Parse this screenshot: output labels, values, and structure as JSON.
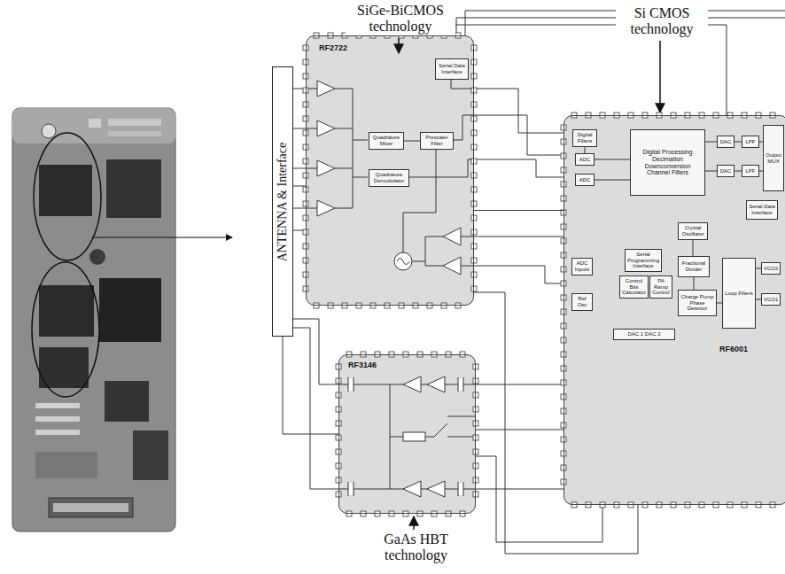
{
  "diagram": {
    "nodes": [
      {
        "text": [
          "ANTENNA & Interface"
        ]
      },
      {
        "text": [
          "RF2722"
        ]
      },
      {
        "text": [
          "Serial Data Interface"
        ],
        "in": 1
      },
      {
        "text": [
          "Quadrature Mixer"
        ],
        "in": 1
      },
      {
        "text": [
          "Quadrature Demodulator"
        ],
        "in": 1
      },
      {
        "text": [
          "Prescaler Filter"
        ],
        "in": 1
      },
      {
        "text": [
          "RF6001"
        ]
      },
      {
        "text": [
          "Digital Filters"
        ],
        "in": 6
      },
      {
        "text": [
          "ADC"
        ],
        "in": 6
      },
      {
        "text": [
          "ADC"
        ],
        "in": 6
      },
      {
        "text": [
          "Digital Processing Decimation Downconversion Channel Filters"
        ],
        "in": 6
      },
      {
        "text": [
          "DAC"
        ],
        "in": 6
      },
      {
        "text": [
          "DAC"
        ],
        "in": 6
      },
      {
        "text": [
          "LPF"
        ],
        "in": 6
      },
      {
        "text": [
          "LPF"
        ],
        "in": 6
      },
      {
        "text": [
          "Output MUX"
        ],
        "in": 6
      },
      {
        "text": [
          "Serial Data Interface"
        ],
        "in": 6
      },
      {
        "text": [
          "Serial Programming Interface"
        ],
        "in": 6
      },
      {
        "text": [
          "Control Bits Calculator"
        ],
        "in": 6
      },
      {
        "text": [
          "PA Ramp Control"
        ],
        "in": 6
      },
      {
        "text": [
          "Crystal Oscillator"
        ],
        "in": 6
      },
      {
        "text": [
          "Fractional Divider"
        ],
        "in": 6
      },
      {
        "text": [
          "Charge Pump Phase Detector"
        ],
        "in": 6
      },
      {
        "text": [
          "Loop Filters"
        ],
        "in": 6
      },
      {
        "text": [
          "VCO2"
        ],
        "in": 6
      },
      {
        "text": [
          "VCO1"
        ],
        "in": 6
      },
      {
        "text": [
          "ADC Inputs"
        ],
        "in": 6
      },
      {
        "text": [
          "Ref Osc"
        ],
        "in": 6
      },
      {
        "text": [
          "DAC 1 DAC 2"
        ],
        "in": 6
      },
      {
        "text": [
          "RF3146"
        ]
      }
    ],
    "edges": [
      {
        "from": 0,
        "to": 1,
        "arrow": "none"
      },
      {
        "from": 0,
        "to": 29,
        "arrow": "none"
      },
      {
        "from": 1,
        "to": 6,
        "arrow": "none"
      },
      {
        "from": 29,
        "to": 6,
        "arrow": "none"
      },
      {
        "from": 3,
        "to": 5,
        "arrow": "none"
      },
      {
        "from": 7,
        "to": 8,
        "arrow": "none"
      },
      {
        "from": 8,
        "to": 10,
        "arrow": "none"
      },
      {
        "from": 9,
        "to": 10,
        "arrow": "none"
      },
      {
        "from": 10,
        "to": 11,
        "arrow": "none"
      },
      {
        "from": 10,
        "to": 12,
        "arrow": "none"
      },
      {
        "from": 11,
        "to": 13,
        "arrow": "none"
      },
      {
        "from": 12,
        "to": 14,
        "arrow": "none"
      },
      {
        "from": 13,
        "to": 15,
        "arrow": "none"
      },
      {
        "from": 14,
        "to": 15,
        "arrow": "none"
      },
      {
        "from": 20,
        "to": 21,
        "arrow": "none"
      },
      {
        "from": 21,
        "to": 22,
        "arrow": "none"
      },
      {
        "from": 22,
        "to": 23,
        "arrow": "none"
      },
      {
        "from": 23,
        "to": 24,
        "arrow": "none"
      },
      {
        "from": 23,
        "to": 25,
        "arrow": "none"
      }
    ],
    "labels": [
      "SiGe-BiCMOS technology",
      "Si CMOS technology",
      "GaAs HBT technology"
    ]
  }
}
